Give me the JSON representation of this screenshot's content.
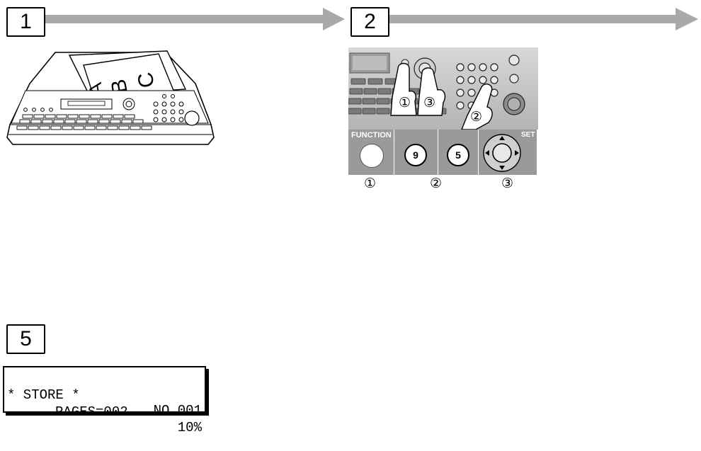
{
  "steps": [
    {
      "number": "1"
    },
    {
      "number": "2"
    },
    {
      "number": "5"
    }
  ],
  "machine_illustration": {
    "document_letters": [
      "A",
      "B",
      "C"
    ]
  },
  "panel_zoom": {
    "function_label": "FUNCTION",
    "key_9": "9",
    "key_5": "5",
    "set_label": "SET",
    "finger_markers": [
      "①",
      "③",
      "②"
    ],
    "step_markers": [
      "①",
      "②",
      "③"
    ]
  },
  "lcd": {
    "line1_left": "* STORE *",
    "line1_right": "NO.001",
    "line2_left": "PAGES=002",
    "line2_right": "10%"
  },
  "colors": {
    "arrow": "#a9a9a9",
    "panel_gray": "#9a9a9a"
  }
}
